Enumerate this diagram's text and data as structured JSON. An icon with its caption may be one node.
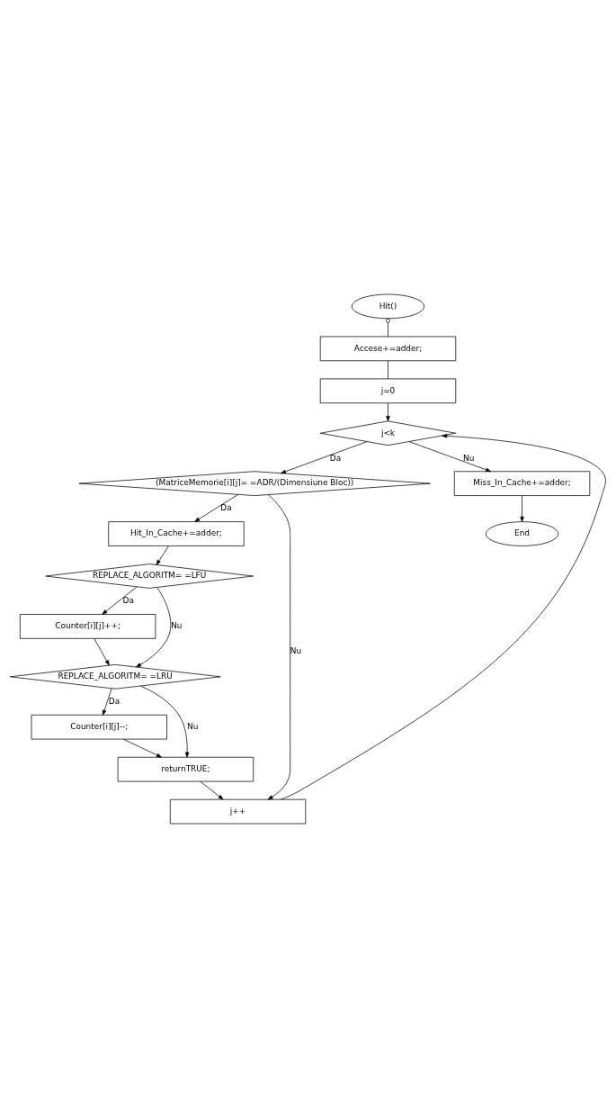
{
  "diagram": {
    "nodes": [
      {
        "text": [
          "Hit()"
        ]
      },
      {
        "text": [
          "Accese+=adder;"
        ]
      },
      {
        "text": [
          "j=0"
        ]
      },
      {
        "text": [
          "j<k"
        ]
      },
      {
        "text": [
          "(MatriceMemorie[i][j]= =ADR/(Dimensiune Bloc))"
        ]
      },
      {
        "text": [
          "Hit_In_Cache+=adder;"
        ]
      },
      {
        "text": [
          "REPLACE_ALGORITM= =LFU"
        ]
      },
      {
        "text": [
          "Counter[i][j]++;"
        ]
      },
      {
        "text": [
          "REPLACE_ALGORITM= =LRU"
        ]
      },
      {
        "text": [
          "Counter[i][j]--;"
        ]
      },
      {
        "text": [
          "returnTRUE;"
        ]
      },
      {
        "text": [
          "j++"
        ]
      },
      {
        "text": [
          "Miss_In_Cache+=adder;"
        ]
      },
      {
        "text": [
          "End"
        ]
      }
    ],
    "edges": [
      {
        "from": 0,
        "to": 1,
        "arrow": "other"
      },
      {
        "from": 1,
        "to": 2,
        "arrow": "none"
      },
      {
        "from": 2,
        "to": 3,
        "arrow": "to"
      },
      {
        "from": 3,
        "to": 4,
        "arrow": "to",
        "label": "Da"
      },
      {
        "from": 3,
        "to": 12,
        "arrow": "to",
        "label": "Nu"
      },
      {
        "from": 4,
        "to": 5,
        "arrow": "to",
        "label": "Da"
      },
      {
        "from": 4,
        "to": 11,
        "arrow": "to",
        "label": "Nu"
      },
      {
        "from": 5,
        "to": 6,
        "arrow": "to"
      },
      {
        "from": 6,
        "to": 7,
        "arrow": "to",
        "label": "Da"
      },
      {
        "from": 6,
        "to": 8,
        "arrow": "to",
        "label": "Nu"
      },
      {
        "from": 7,
        "to": 8,
        "arrow": "to"
      },
      {
        "from": 8,
        "to": 9,
        "arrow": "to",
        "label": "Da"
      },
      {
        "from": 8,
        "to": 10,
        "arrow": "to",
        "label": "Nu"
      },
      {
        "from": 9,
        "to": 10,
        "arrow": "to"
      },
      {
        "from": 10,
        "to": 11,
        "arrow": "to"
      },
      {
        "from": 11,
        "to": 3,
        "arrow": "to"
      },
      {
        "from": 12,
        "to": 13,
        "arrow": "to"
      }
    ]
  }
}
